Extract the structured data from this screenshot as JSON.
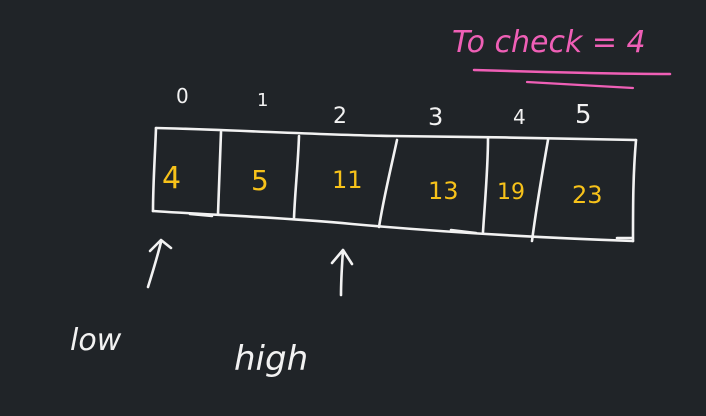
{
  "title": {
    "text": "To check = 4",
    "color": "#ef5fb6"
  },
  "array": {
    "indices": [
      "0",
      "1",
      "2",
      "3",
      "4",
      "5"
    ],
    "values": [
      "4",
      "5",
      "11",
      "13",
      "19",
      "23"
    ],
    "value_color": "#f7c21a",
    "index_color": "#f2f2f2"
  },
  "pointers": {
    "low_label": "low",
    "high_label": "high",
    "low_target_index": 0,
    "high_target_index": 2
  },
  "colors": {
    "background": "#202428",
    "ink_white": "#f2f2f2",
    "ink_yellow": "#f7c21a",
    "ink_pink": "#ef5fb6"
  }
}
